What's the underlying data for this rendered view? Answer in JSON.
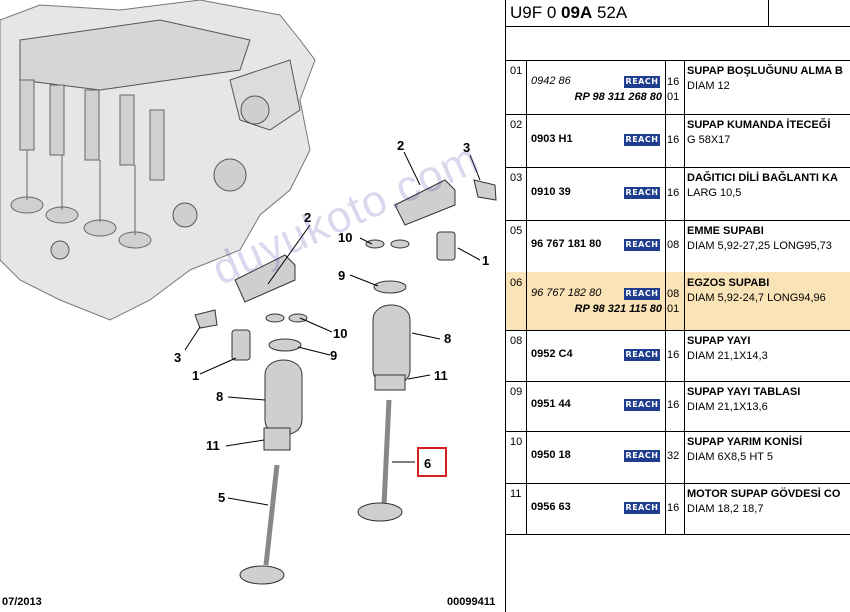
{
  "header": {
    "code_a": "U9F 0",
    "code_b": "09A",
    "code_c": "52A"
  },
  "footer": {
    "date": "07/2013",
    "ref": "00099411"
  },
  "watermark": "duyukoto.com",
  "reach_label": "REACH",
  "rows": [
    {
      "idx": "01",
      "ref": "0942 86",
      "ref_italic": true,
      "ref2": "RP 98 311 268 80",
      "qty": "16",
      "qty2": "01",
      "title": "SUPAP BOŞLUĞUNU ALMA B",
      "desc": "DIAM 12",
      "highlight": false
    },
    {
      "idx": "02",
      "ref": "0903 H1",
      "ref_italic": false,
      "ref2": "",
      "qty": "16",
      "qty2": "",
      "title": "SUPAP KUMANDA İTECEĞİ",
      "desc": "G 58X17",
      "highlight": false
    },
    {
      "idx": "03",
      "ref": "0910 39",
      "ref_italic": false,
      "ref2": "",
      "qty": "16",
      "qty2": "",
      "title": "DAĞITICI DİLİ BAĞLANTI KA",
      "desc": "LARG 10,5",
      "highlight": false
    },
    {
      "idx": "05",
      "ref": "96 767 181 80",
      "ref_italic": false,
      "ref2": "",
      "qty": "08",
      "qty2": "",
      "title": "EMME SUPABI",
      "desc": "DIAM 5,92-27,25 LONG95,73",
      "highlight": false
    },
    {
      "idx": "06",
      "ref": "96 767 182 80",
      "ref_italic": true,
      "ref2": "RP 98 321 115 80",
      "qty": "08",
      "qty2": "01",
      "title": "EGZOS SUPABI",
      "desc": "DIAM 5,92-24,7 LONG94,96",
      "highlight": true
    },
    {
      "idx": "08",
      "ref": "0952 C4",
      "ref_italic": false,
      "ref2": "",
      "qty": "16",
      "qty2": "",
      "title": "SUPAP YAYI",
      "desc": "DIAM 21,1X14,3",
      "highlight": false
    },
    {
      "idx": "09",
      "ref": "0951 44",
      "ref_italic": false,
      "ref2": "",
      "qty": "16",
      "qty2": "",
      "title": "SUPAP YAYI TABLASI",
      "desc": "DIAM 21,1X13,6",
      "highlight": false
    },
    {
      "idx": "10",
      "ref": "0950 18",
      "ref_italic": false,
      "ref2": "",
      "qty": "32",
      "qty2": "",
      "title": "SUPAP YARIM KONİSİ",
      "desc": "DIAM 6X8,5 HT 5",
      "highlight": false
    },
    {
      "idx": "11",
      "ref": "0956 63",
      "ref_italic": false,
      "ref2": "",
      "qty": "16",
      "qty2": "",
      "title": "MOTOR SUPAP GÖVDESİ CO",
      "desc": "DIAM 18,2 18,7",
      "highlight": false
    }
  ],
  "callouts": [
    {
      "label": "2"
    },
    {
      "label": "3"
    },
    {
      "label": "10"
    },
    {
      "label": "9"
    },
    {
      "label": "1"
    },
    {
      "label": "8"
    },
    {
      "label": "11"
    },
    {
      "label": "6"
    },
    {
      "label": "2"
    },
    {
      "label": "3"
    },
    {
      "label": "1"
    },
    {
      "label": "10"
    },
    {
      "label": "9"
    },
    {
      "label": "8"
    },
    {
      "label": "11"
    },
    {
      "label": "5"
    }
  ],
  "colors": {
    "highlight": "#fbe3b8",
    "reach_badge": "#1f3e8f",
    "callout_box": "#d42020"
  }
}
